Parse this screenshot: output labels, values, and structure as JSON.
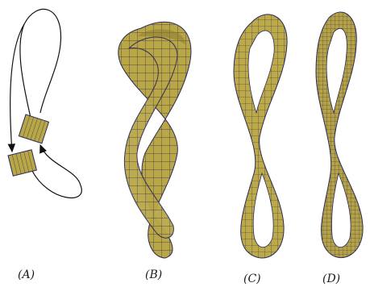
{
  "figure": {
    "panels": [
      {
        "id": "A",
        "label": "(A)"
      },
      {
        "id": "B",
        "label": "(B)"
      },
      {
        "id": "C",
        "label": "(C)"
      },
      {
        "id": "D",
        "label": "(D)"
      }
    ],
    "colors": {
      "band_fill": "#b9a746",
      "band_shade": "#8a7a2c",
      "mesh_line": "#2e2a5a",
      "curve": "#111111"
    }
  }
}
